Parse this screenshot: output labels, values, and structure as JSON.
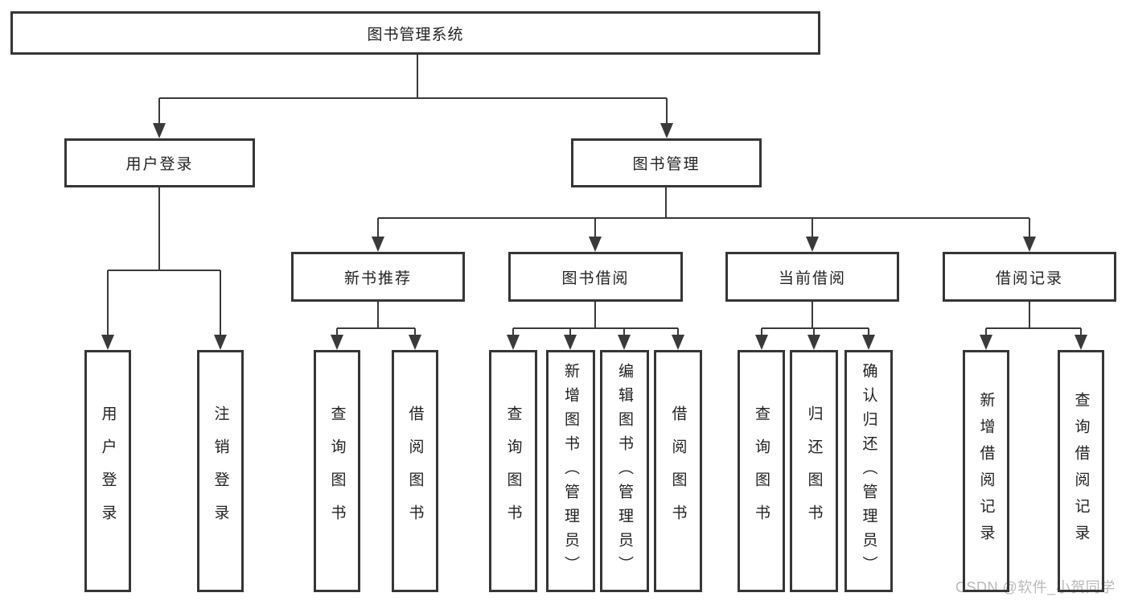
{
  "diagram": {
    "root": {
      "label": "图书管理系统"
    },
    "branches": [
      {
        "label": "用户登录",
        "children": [
          {
            "label": "用户登录"
          },
          {
            "label": "注销登录"
          }
        ]
      },
      {
        "label": "图书管理",
        "children": [
          {
            "label": "新书推荐",
            "children": [
              {
                "label": "查询图书"
              },
              {
                "label": "借阅图书"
              }
            ]
          },
          {
            "label": "图书借阅",
            "children": [
              {
                "label": "查询图书"
              },
              {
                "label": "新增图书（管理员）"
              },
              {
                "label": "编辑图书（管理员）"
              },
              {
                "label": "借阅图书"
              }
            ]
          },
          {
            "label": "当前借阅",
            "children": [
              {
                "label": "查询图书"
              },
              {
                "label": "归还图书"
              },
              {
                "label": "确认归还（管理员）"
              }
            ]
          },
          {
            "label": "借阅记录",
            "children": [
              {
                "label": "新增借阅记录"
              },
              {
                "label": "查询借阅记录"
              }
            ]
          }
        ]
      }
    ]
  },
  "watermark": {
    "text": "CSDN @软件_小贺同学"
  },
  "colors": {
    "line": "#3a3a3a",
    "border": "#363636",
    "text": "#222222",
    "watermark": "#b9b9b9",
    "background": "#ffffff"
  }
}
